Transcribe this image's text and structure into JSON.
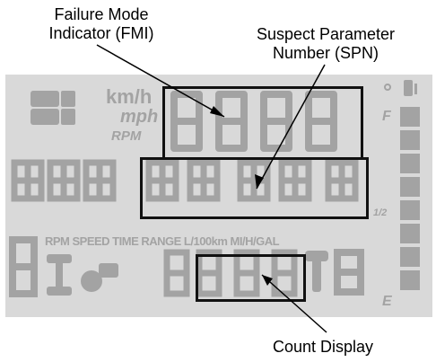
{
  "labels": {
    "fmi_line1": "Failure Mode",
    "fmi_line2": "Indicator (FMI)",
    "spn_line1": "Suspect Parameter",
    "spn_line2": "Number (SPN)",
    "count": "Count Display"
  },
  "display": {
    "speed_unit_kmh": "km/h",
    "speed_unit_mph": "mph",
    "rpm": "RPM",
    "legend_row": "RPM SPEED TIME RANGE L/100km MI/H/GAL",
    "fuel_full": "F",
    "fuel_half": "1/2",
    "fuel_empty": "E"
  },
  "colors": {
    "panel": "#d9d9d9",
    "segment": "#a3a3a3",
    "callout_box": "#111111"
  }
}
